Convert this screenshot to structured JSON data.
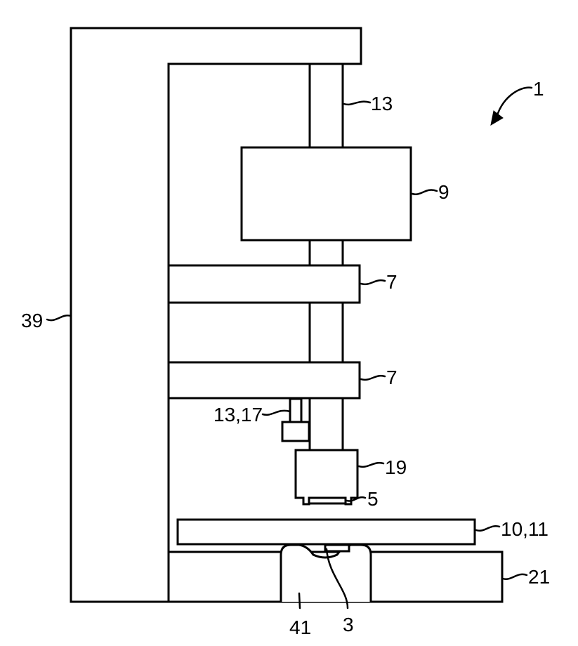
{
  "figure": {
    "reference_numerals": {
      "device": "1",
      "frame": "39",
      "column": "13",
      "drive_unit": "9",
      "arm_upper": "7",
      "arm_lower": "7",
      "sensor": "13,17",
      "head": "19",
      "tool": "5",
      "plate": "10,11",
      "base": "21",
      "insert": "41",
      "gap": "3"
    }
  }
}
